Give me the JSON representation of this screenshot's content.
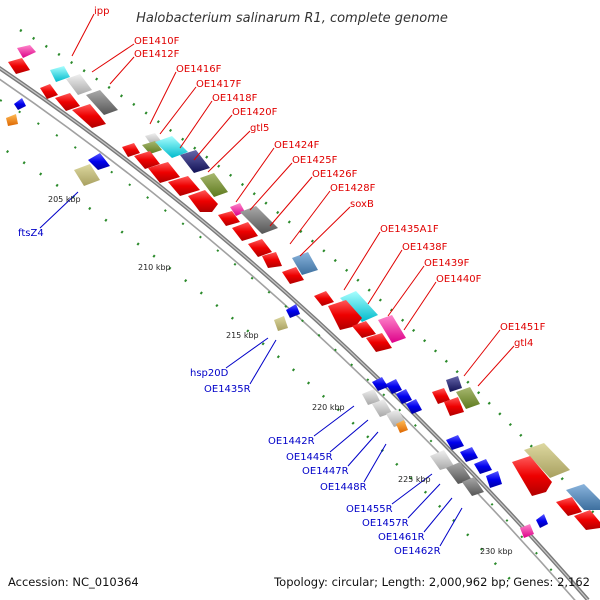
{
  "title": "Halobacterium salinarum R1, complete genome",
  "footer": {
    "accession": "Accession: NC_010364",
    "summary": "Topology: circular; Length: 2,000,962 bp; Genes: 2,162"
  },
  "colors": {
    "forward_label": "#e00000",
    "reverse_label": "#0000c8",
    "backbone": "#8a8a8a",
    "tick_major": "#2b8a2b"
  },
  "kbp_labels": [
    "205 kbp",
    "210 kbp",
    "215 kbp",
    "220 kbp",
    "225 kbp",
    "230 kbp"
  ],
  "forward_genes": [
    "ipp",
    "OE1410F",
    "OE1412F",
    "OE1416F",
    "OE1417F",
    "OE1418F",
    "OE1420F",
    "gtl5",
    "OE1424F",
    "OE1425F",
    "OE1426F",
    "OE1428F",
    "soxB",
    "OE1435A1F",
    "OE1438F",
    "OE1439F",
    "OE1440F",
    "OE1451F",
    "gtl4"
  ],
  "reverse_genes": [
    "ftsZ4",
    "hsp20D",
    "OE1435R",
    "OE1442R",
    "OE1445R",
    "OE1447R",
    "OE1448R",
    "OE1455R",
    "OE1457R",
    "OE1461R",
    "OE1462R"
  ]
}
